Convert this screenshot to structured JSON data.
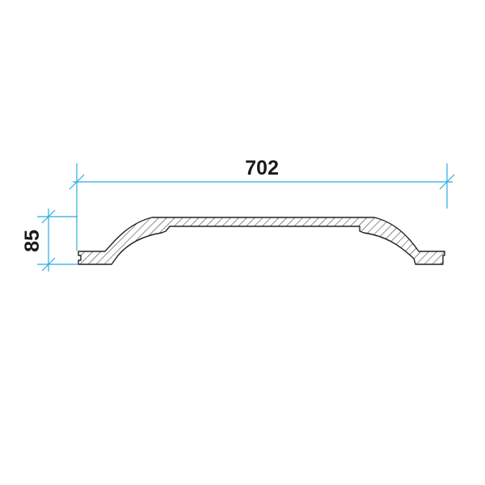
{
  "drawing": {
    "type": "moulding cross-section profile",
    "width_dimension": "702",
    "height_dimension": "85",
    "dimension_color": "#29abe2",
    "outline_color": "#222222",
    "text_color": "#1a1a1a"
  }
}
